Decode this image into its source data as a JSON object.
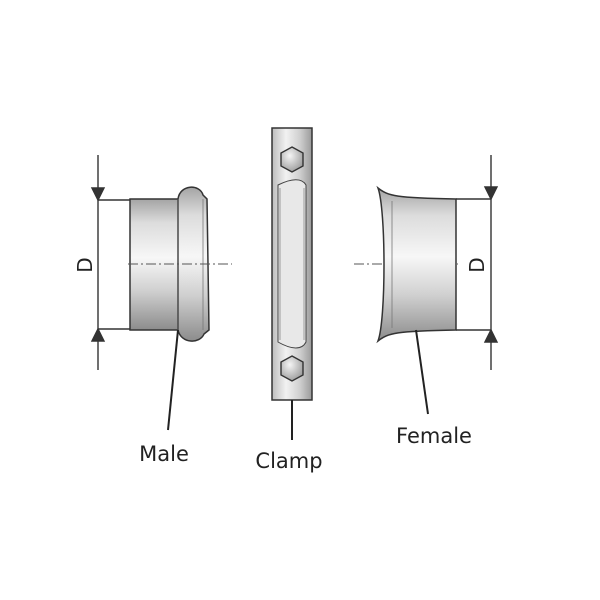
{
  "labels": {
    "male": "Male",
    "clamp": "Clamp",
    "female": "Female"
  },
  "dimensions": {
    "left": "D",
    "right": "D"
  },
  "colors": {
    "outline": "#333333",
    "metal_light": "#f2f2f2",
    "metal_mid": "#c8c8c8",
    "metal_dark": "#8e8e8e"
  }
}
